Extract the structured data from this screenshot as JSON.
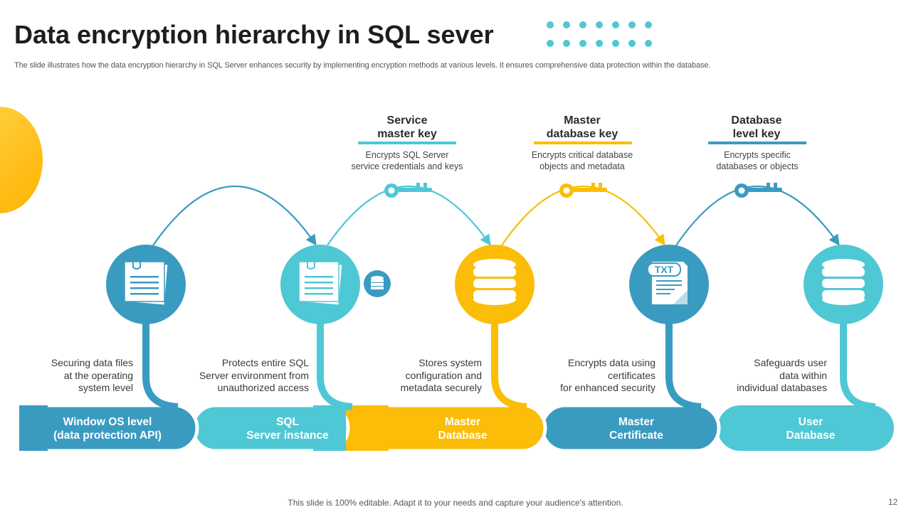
{
  "title": "Data encryption hierarchy in SQL sever",
  "subtitle": "The slide illustrates how the data encryption hierarchy in SQL Server enhances security by implementing encryption methods at various levels. It ensures comprehensive data protection within the database.",
  "colors": {
    "dark_teal": "#3a9bc1",
    "teal": "#4ec8d4",
    "yellow": "#fbbd08",
    "title": "#1d1d1d"
  },
  "keys": [
    {
      "title": "Service\nmaster key",
      "desc": "Encrypts SQL Server\nservice credentials and keys",
      "color": "#4ec8d4"
    },
    {
      "title": "Master\ndatabase key",
      "desc": "Encrypts critical database\nobjects and metadata",
      "color": "#fbbd08"
    },
    {
      "title": "Database\nlevel key",
      "desc": "Encrypts specific\ndatabases or objects",
      "color": "#3a9bc1"
    }
  ],
  "stages": [
    {
      "icon": "document-icon",
      "desc": "Securing data files\nat the operating\nsystem level",
      "band_label": "Window OS level\n(data protection API)",
      "color": "#3a9bc1"
    },
    {
      "icon": "document-icon",
      "desc": "Protects entire SQL\nServer environment from\nunauthorized access",
      "band_label": "SQL\nServer instance",
      "color": "#4ec8d4"
    },
    {
      "icon": "database-icon",
      "desc": "Stores system\nconfiguration and\nmetadata securely",
      "band_label": "Master\nDatabase",
      "color": "#fbbd08"
    },
    {
      "icon": "txt-file-icon",
      "desc": "Encrypts data using\ncertificates\nfor enhanced security",
      "band_label": "Master\nCertificate",
      "color": "#3a9bc1"
    },
    {
      "icon": "database-icon",
      "desc": "Safeguards user\ndata within\nindividual databases",
      "band_label": "User\nDatabase",
      "color": "#4ec8d4"
    }
  ],
  "footer": "This slide is 100% editable. Adapt it to your needs and capture your audience's attention.",
  "page_number": "12"
}
